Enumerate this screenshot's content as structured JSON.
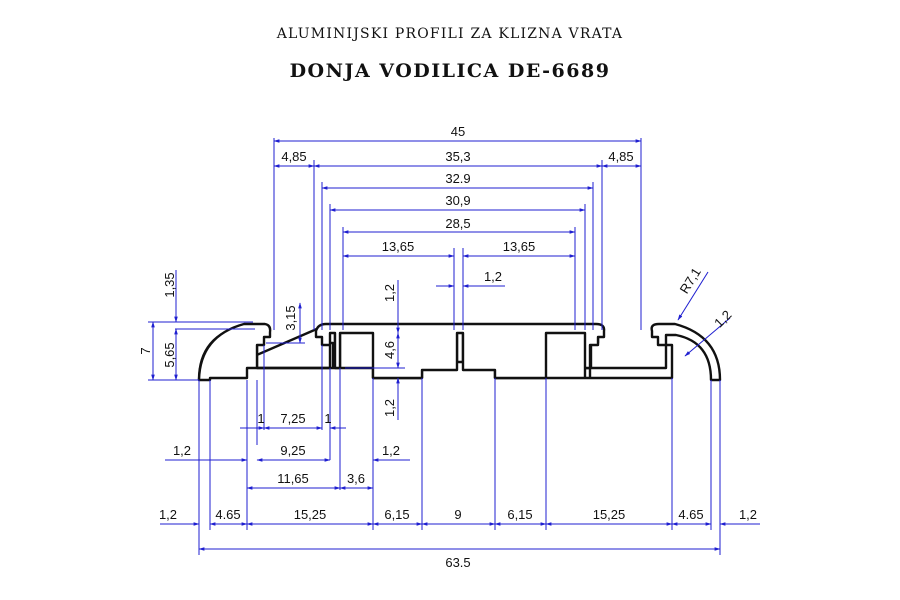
{
  "header": {
    "subtitle": "ALUMINIJSKI PROFILI ZA KLIZNA VRATA",
    "title": "DONJA VODILICA DE-6689"
  },
  "dimensions": {
    "top_width": "45",
    "left_margin_top": "4,85",
    "inner_35": "35,3",
    "right_margin_top": "4,85",
    "d_32_9": "32.9",
    "d_30_9": "30,9",
    "d_28_5": "28,5",
    "half_left": "13,65",
    "half_right": "13,65",
    "center_gap": "1,2",
    "left_1_35": "1,35",
    "left_7": "7",
    "left_5_65": "5,65",
    "lip_3_15": "3,15",
    "wall_top_1_2": "1,2",
    "rail_4_6": "4,6",
    "wall_bottom_1_2": "1,2",
    "radius": "R7,1",
    "radius_wall": "1,2",
    "slot_1a": "1",
    "slot_7_25": "7,25",
    "slot_1b": "1",
    "l_1_2": "1,2",
    "l_9_25": "9,25",
    "r_1_2": "1,2",
    "l_11_65": "11,65",
    "l_3_6": "3,6",
    "b_1_2_left": "1,2",
    "b_4_65_left": "4.65",
    "b_15_25_left": "15,25",
    "b_6_15_left": "6,15",
    "b_9": "9",
    "b_6_15_right": "6,15",
    "b_15_25_right": "15,25",
    "b_4_65_right": "4.65",
    "b_1_2_right": "1,2",
    "total_width": "63.5"
  },
  "colors": {
    "dimension_lines": "#1f1fd0",
    "profile_outline": "#111111"
  }
}
